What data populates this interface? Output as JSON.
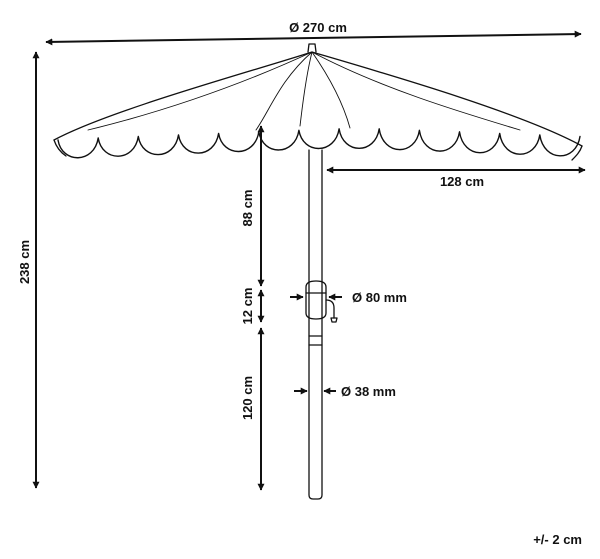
{
  "dimensions": {
    "canopy_diameter": "Ø 270 cm",
    "total_height": "238 cm",
    "canopy_radius": "128 cm",
    "canopy_to_crank": "88 cm",
    "crank_section": "12 cm",
    "lower_pole": "120 cm",
    "crank_diameter": "Ø 80 mm",
    "pole_diameter": "Ø 38 mm",
    "tolerance": "+/- 2 cm"
  },
  "colors": {
    "ink": "#111111",
    "background": "#ffffff"
  }
}
